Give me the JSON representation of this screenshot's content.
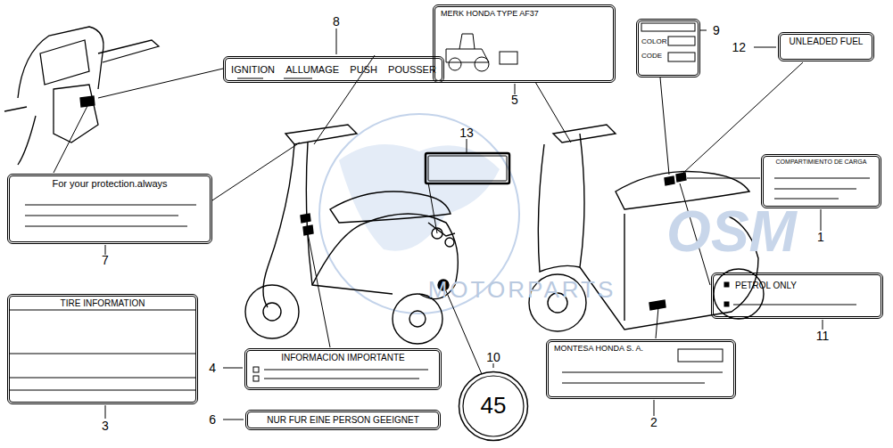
{
  "diagram": {
    "nodes": [
      {
        "text": [
          "IGNITION",
          "ALLUMAGE",
          "PUSH",
          "POUSSER"
        ]
      },
      {
        "text": [
          "MERK HONDA TYPE AF37"
        ]
      },
      {
        "text": [
          "COLOR",
          "CODE"
        ]
      },
      {
        "text": [
          "UNLEADED FUEL"
        ]
      },
      {
        "text": [
          "For your protection.always"
        ]
      },
      {
        "text": [
          "COMPARTIMIENTO DE CARGA"
        ]
      },
      {
        "text": [
          "PETROL ONLY"
        ]
      },
      {
        "text": [
          "TIRE INFORMATION"
        ]
      },
      {
        "text": [
          "INFORMACION IMPORTANTE"
        ]
      },
      {
        "text": [
          "NUR FUR EINE PERSON GEEIGNET"
        ]
      },
      {
        "text": [
          "45"
        ]
      },
      {
        "text": [
          "MONTESA HONDA S. A."
        ]
      }
    ],
    "labels": [
      "8",
      "5",
      "9",
      "12",
      "13",
      "7",
      "1",
      "11",
      "3",
      "4",
      "6",
      "10",
      "2",
      "OSM",
      "MOTORPARTS"
    ]
  }
}
